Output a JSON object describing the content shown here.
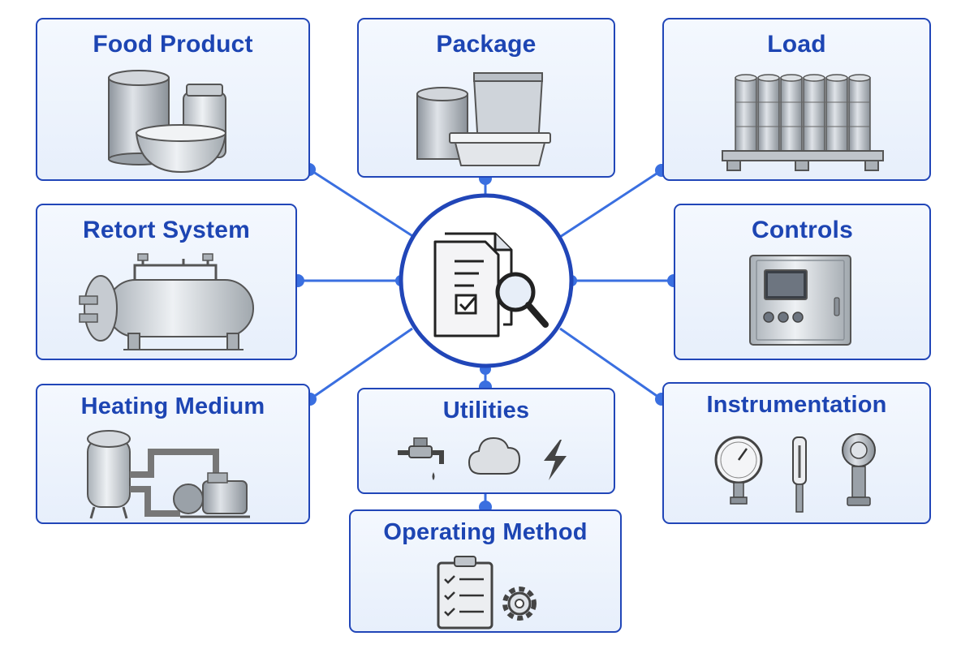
{
  "diagram": {
    "center": {
      "icon": "document-magnifier-icon"
    },
    "nodes": [
      {
        "id": "food-product",
        "label": "Food Product",
        "icon": "cans-and-bowl-icon"
      },
      {
        "id": "package",
        "label": "Package",
        "icon": "can-pouch-tray-icon"
      },
      {
        "id": "load",
        "label": "Load",
        "icon": "pallet-of-cans-icon"
      },
      {
        "id": "retort-system",
        "label": "Retort System",
        "icon": "retort-vessel-icon"
      },
      {
        "id": "controls",
        "label": "Controls",
        "icon": "control-panel-icon"
      },
      {
        "id": "heating-medium",
        "label": "Heating Medium",
        "icon": "tank-and-pump-icon"
      },
      {
        "id": "utilities",
        "label": "Utilities",
        "icon": "faucet-steam-lightning-icon"
      },
      {
        "id": "instrumentation",
        "label": "Instrumentation",
        "icon": "gauges-icon"
      },
      {
        "id": "operating-method",
        "label": "Operating Method",
        "icon": "checklist-gear-icon"
      }
    ]
  },
  "colors": {
    "accent": "#2146b8",
    "connector": "#3a6fe0",
    "title_text": "#1d45b3",
    "panel_fill": "#eaf1fb",
    "icon_gray": "#9aa3ad"
  }
}
